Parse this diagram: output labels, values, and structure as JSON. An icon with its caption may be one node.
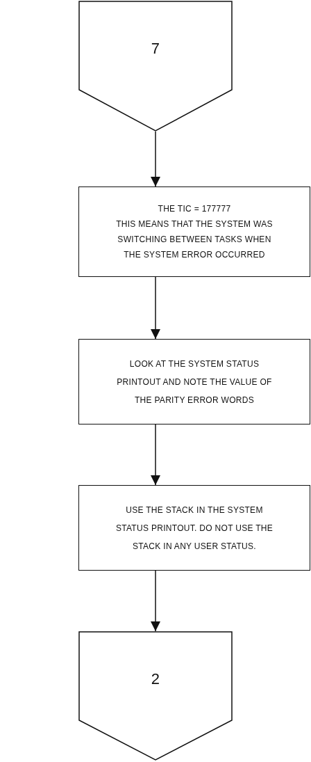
{
  "diagram": {
    "nodes": [
      {
        "text": [
          "7"
        ]
      },
      {
        "text": [
          "THE TIC = 177777",
          "THIS MEANS THAT THE SYSTEM WAS SWITCHING BETWEEN TASKS WHEN THE SYSTEM ERROR OCCURRED"
        ]
      },
      {
        "text": [
          "LOOK AT THE SYSTEM STATUS PRINTOUT AND NOTE THE VALUE OF THE PARITY ERROR WORDS"
        ]
      },
      {
        "text": [
          "USE THE STACK IN THE SYSTEM STATUS PRINTOUT. DO NOT USE THE STACK IN ANY USER STATUS."
        ]
      },
      {
        "text": [
          "2"
        ]
      }
    ],
    "edges": [
      {
        "from": 0,
        "to": 1,
        "arrow": "to"
      },
      {
        "from": 1,
        "to": 2,
        "arrow": "to"
      },
      {
        "from": 2,
        "to": 3,
        "arrow": "to"
      },
      {
        "from": 3,
        "to": 4,
        "arrow": "to"
      }
    ]
  }
}
